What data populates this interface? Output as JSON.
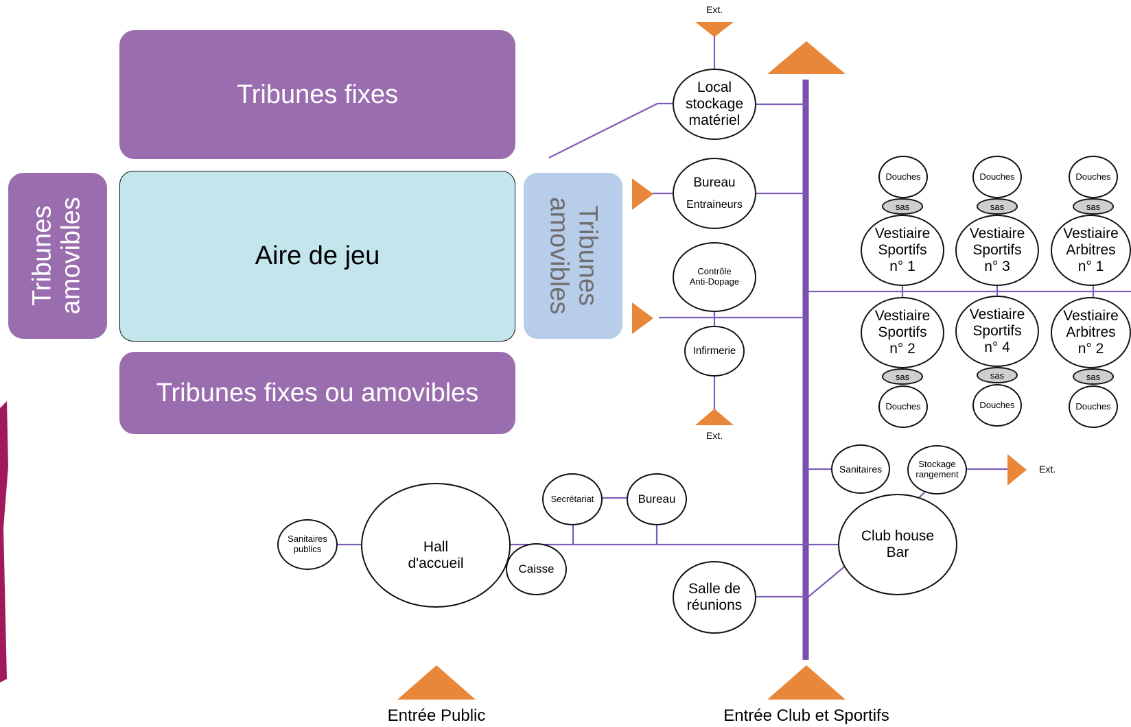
{
  "zones": {
    "tribunes_fixes_top": "Tribunes fixes",
    "tribunes_amovibles_left": "Tribunes\namovibles",
    "aire_de_jeu": "Aire de jeu",
    "tribunes_amovibles_right": "Tribunes\namovibles",
    "tribunes_fixes_ou_amovibles": "Tribunes fixes ou amovibles"
  },
  "rooms": {
    "local_stockage": "Local\nstockage\nmatériel",
    "bureau_entraineurs_1": "Bureau",
    "bureau_entraineurs_2": "Entraineurs",
    "controle_antidopage": "Contrôle\nAnti-Dopage",
    "infirmerie": "Infirmerie",
    "douches": "Douches",
    "sas": "sas",
    "vestiaire_s1": "Vestiaire\nSportifs\nn° 1",
    "vestiaire_s3": "Vestiaire\nSportifs\nn° 3",
    "vestiaire_a1": "Vestiaire\nArbitres\nn° 1",
    "vestiaire_s2": "Vestiaire\nSportifs\nn° 2",
    "vestiaire_s4": "Vestiaire\nSportifs\nn° 4",
    "vestiaire_a2": "Vestiaire\nArbitres\nn° 2",
    "sanitaires": "Sanitaires",
    "stockage_rangement": "Stockage\nrangement",
    "club_house": "Club house\nBar",
    "salle_reunions": "Salle de\nréunions",
    "secretariat": "Secrétariat",
    "bureau": "Bureau",
    "hall": "Hall\nd'accueil",
    "caisse": "Caisse",
    "sanitaires_publics": "Sanitaires\npublics"
  },
  "labels": {
    "ext": "Ext.",
    "entree_public": "Entrée Public",
    "entree_club": "Entrée Club et Sportifs"
  },
  "colors": {
    "purple": "#9a6daf",
    "spine": "#7b4fb0",
    "line": "#7d5bb8",
    "orange": "#e8873a",
    "field": "#c3e5ec",
    "light_blue": "#b8cde9",
    "accent_magenta": "#a0195a"
  }
}
